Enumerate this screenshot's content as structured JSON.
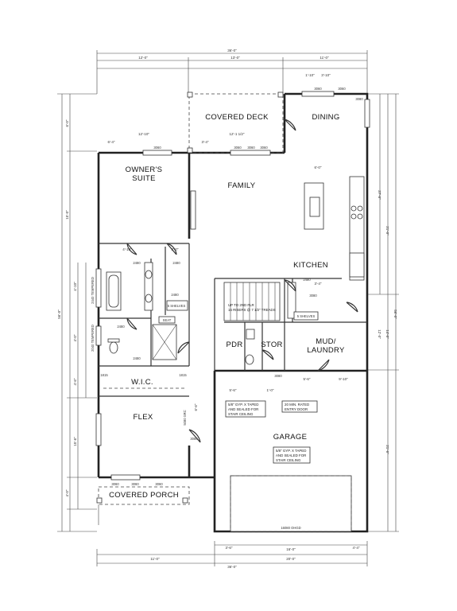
{
  "rooms": {
    "covered_deck": "COVERED DECK",
    "dining": "DINING",
    "owners_suite_line1": "OWNER'S",
    "owners_suite_line2": "SUITE",
    "family": "FAMILY",
    "kitchen": "KITCHEN",
    "wic": "W.I.C.",
    "pdr": "PDR",
    "stor": "STOR",
    "mud_laundry_line1": "MUD/",
    "mud_laundry_line2": "LAUNDRY",
    "flex": "FLEX",
    "garage": "GARAGE",
    "covered_porch": "COVERED PORCH"
  },
  "notes": {
    "garage_stair_1": [
      "5/8\" GYP. X TAPED",
      "AND SEALED FOR",
      "STAIR CEILING"
    ],
    "garage_stair_2": [
      "5/8\" GYP. X TAPED",
      "AND SEALED FOR",
      "STAIR CEILING"
    ],
    "entry_door": [
      "20 MIN. RATED",
      "ENTRY DOOR"
    ],
    "stairs": [
      "UP TO 2ND FLR",
      "16 RISERS @ 7 1/2\" TREADS"
    ],
    "shelves_1": "5 SHELVES",
    "shelves_2": "5 SHELVES",
    "seat": "SEAT",
    "garage_door": "16080 OHGD",
    "tempered_1": "2440 TEMPERED",
    "tempered_2": "2040 TEMPERED"
  },
  "dimensions": {
    "overall_width_top": "36'-0\"",
    "overall_width_bottom": "36'-0\"",
    "overall_depth_left": "56'-0\"",
    "overall_depth_right": "56'-0\"",
    "top_left": "12'-0\"",
    "top_mid": "13'-0\"",
    "top_right": "11'-0\"",
    "bottom_left": "11'-0\"",
    "bottom_right": "20'-0\"",
    "bottom_mid": "16'-0\"",
    "left_segments": [
      "6'-0\"",
      "15'-0\"",
      "4'-10\"",
      "4'-0\"",
      "4'-6\"",
      "15'-6\"",
      "4'-0\""
    ],
    "right_segments": [
      "27'-6\"",
      "21'-0\"",
      "14'-0\"",
      "12'-0\"",
      "21'-6\""
    ],
    "interior": [
      "12'-10\"",
      "12'-1 1/2\"",
      "1'-10\"",
      "6'-4\"",
      "3'-4\"",
      "3'-10\"",
      "6'-0\"",
      "4'-10\"",
      "3'-0\"",
      "5'-6\"",
      "6'-6\"",
      "5'-6\"",
      "9'-10\"",
      "1'-0\"",
      "3'-4\"",
      "3'-6\"",
      "4'-4\""
    ],
    "window_codes": [
      "3060",
      "3060",
      "3060",
      "3060",
      "3060",
      "3060",
      "3060",
      "3060",
      "3060",
      "2480",
      "2480",
      "2480",
      "2480",
      "2480",
      "2480",
      "3080",
      "3080",
      "3080",
      "3080",
      "1815",
      "1815",
      "5080 SRC"
    ]
  }
}
